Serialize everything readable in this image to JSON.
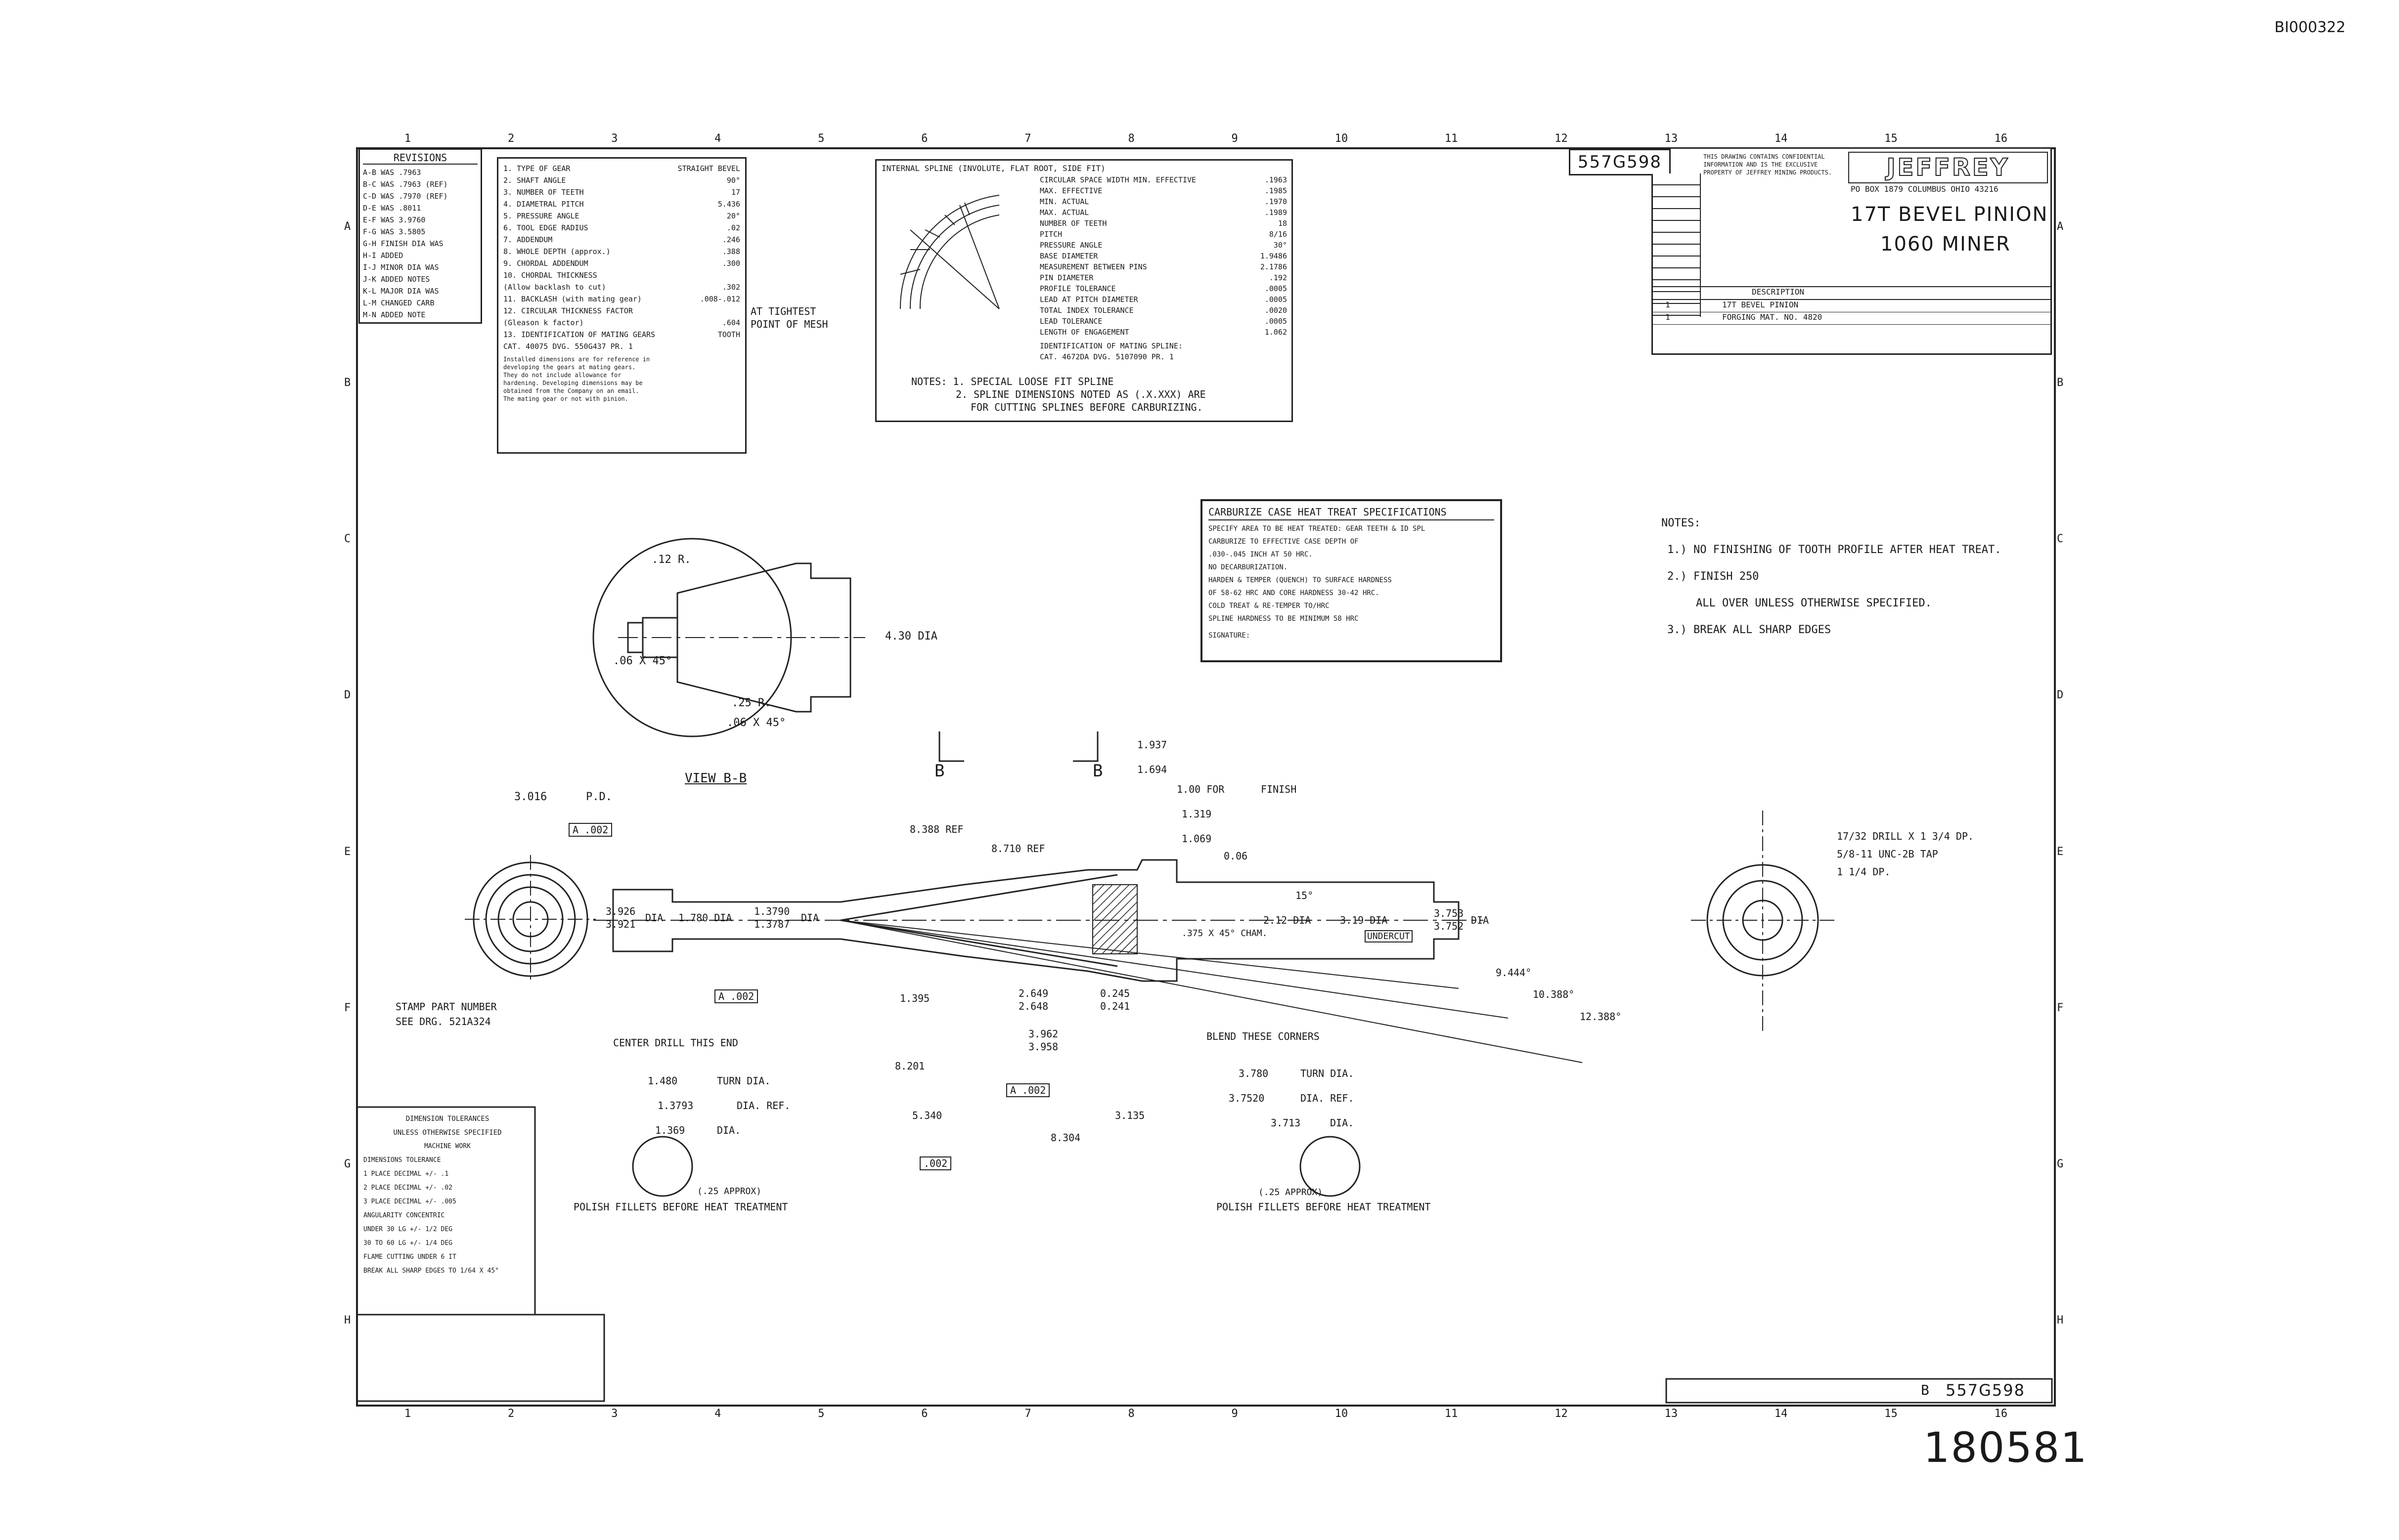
{
  "header": {
    "doc_id": "BI000322",
    "handwritten_number": "180581"
  },
  "border": {
    "top_zones": [
      "1",
      "2",
      "3",
      "4",
      "5",
      "6",
      "7",
      "8",
      "9",
      "10",
      "11",
      "12",
      "13",
      "14",
      "15",
      "16"
    ],
    "bottom_zones": [
      "1",
      "2",
      "3",
      "4",
      "5",
      "6",
      "7",
      "8",
      "9",
      "10",
      "11",
      "12",
      "13",
      "14",
      "15",
      "16"
    ],
    "side_zones": [
      "A",
      "B",
      "C",
      "D",
      "E",
      "F",
      "G",
      "H"
    ]
  },
  "revisions": {
    "title": "REVISIONS",
    "rows": [
      "A-B WAS .7963",
      "B-C WAS .7963 (REF)",
      "C-D WAS .7970 (REF)",
      "D-E WAS .8011",
      "E-F WAS 3.9760",
      "F-G WAS 3.5805",
      "G-H FINISH DIA WAS",
      "H-I ADDED",
      "I-J MINOR DIA WAS",
      "J-K ADDED NOTES",
      "K-L MAJOR DIA WAS",
      "L-M CHANGED CARB",
      "M-N ADDED NOTE"
    ]
  },
  "gear_data": {
    "rows": [
      {
        "label": "1. TYPE OF GEAR",
        "value": "STRAIGHT BEVEL"
      },
      {
        "label": "2. SHAFT ANGLE",
        "value": "90°"
      },
      {
        "label": "3. NUMBER OF TEETH",
        "value": "17"
      },
      {
        "label": "4. DIAMETRAL PITCH",
        "value": "5.436"
      },
      {
        "label": "5. PRESSURE ANGLE",
        "value": "20°"
      },
      {
        "label": "6. TOOL EDGE RADIUS",
        "value": ".02"
      },
      {
        "label": "7. ADDENDUM",
        "value": ".246"
      },
      {
        "label": "8. WHOLE DEPTH (approx.)",
        "value": ".388"
      },
      {
        "label": "9. CHORDAL ADDENDUM",
        "value": ".300"
      },
      {
        "label": "10. CHORDAL THICKNESS",
        "value": ""
      },
      {
        "label": "(Allow backlash to cut)",
        "value": ".302"
      },
      {
        "label": "11. BACKLASH (with mating gear)",
        "value": ".008-.012"
      },
      {
        "label": "12. CIRCULAR THICKNESS FACTOR",
        "value": ""
      },
      {
        "label": "(Gleason k factor)",
        "value": ".604"
      },
      {
        "label": "13. IDENTIFICATION OF MATING GEARS",
        "value": "TOOTH"
      },
      {
        "label": "CAT. 40075 DVG. 550G437 PR. 1",
        "value": ""
      }
    ],
    "note": "Installed dimensions are for reference in developing the gears at mating gears. They do not include allowance for hardening. Developing dimensions may be obtained from the Company on an email. The mating gear or not with pinion.",
    "side_note_1": "AT TIGHTEST",
    "side_note_2": "POINT OF MESH"
  },
  "spline": {
    "title": "INTERNAL SPLINE (INVOLUTE, FLAT ROOT, SIDE FIT)",
    "rows": [
      {
        "label": "CIRCULAR SPACE WIDTH MIN. EFFECTIVE",
        "value": ".1963"
      },
      {
        "label": "MAX. EFFECTIVE",
        "value": ".1985"
      },
      {
        "label": "MIN. ACTUAL",
        "value": ".1970"
      },
      {
        "label": "MAX. ACTUAL",
        "value": ".1989"
      },
      {
        "label": "NUMBER OF TEETH",
        "value": "18"
      },
      {
        "label": "PITCH",
        "value": "8/16"
      },
      {
        "label": "PRESSURE ANGLE",
        "value": "30°"
      },
      {
        "label": "BASE DIAMETER",
        "value": "1.9486"
      },
      {
        "label": "MEASUREMENT BETWEEN PINS",
        "value": "2.1786"
      },
      {
        "label": "PIN DIAMETER",
        "value": ".192"
      },
      {
        "label": "PROFILE TOLERANCE",
        "value": ".0005"
      },
      {
        "label": "LEAD AT PITCH DIAMETER",
        "value": ".0005"
      },
      {
        "label": "TOTAL INDEX TOLERANCE",
        "value": ".0020"
      },
      {
        "label": "LEAD TOLERANCE",
        "value": ".0005"
      },
      {
        "label": "LENGTH OF ENGAGEMENT",
        "value": "1.062"
      }
    ],
    "ident": "IDENTIFICATION OF MATING SPLINE:",
    "ident_value": "CAT. 4672DA DVG. 5107090 PR. 1",
    "notes": [
      "NOTES: 1. SPECIAL LOOSE FIT SPLINE",
      "2. SPLINE DIMENSIONS NOTED AS (.X.XXX) ARE",
      "FOR CUTTING SPLINES BEFORE CARBURIZING."
    ]
  },
  "title_block": {
    "part_number": "557G598",
    "company": "JEFFREY",
    "address": "PO BOX 1879 COLUMBUS OHIO 43216",
    "title_line_1": "17T BEVEL PINION",
    "title_line_2": "1060 MINER",
    "proprietary": "THIS DRAWING CONTAINS CONFIDENTIAL INFORMATION AND IS THE EXCLUSIVE PROPERTY OF JEFFREY MINING PRODUCTS.",
    "bom_header": "DESCRIPTION",
    "bom_rows": [
      {
        "item": "1",
        "desc": "17T BEVEL PINION"
      },
      {
        "item": "1",
        "desc": "FORGING MAT. NO. 4820"
      }
    ]
  },
  "heat_treat": {
    "title": "CARBURIZE CASE HEAT TREAT SPECIFICATIONS",
    "lines": [
      "SPECIFY AREA TO BE HEAT TREATED: GEAR TEETH & ID SPL",
      "CARBURIZE TO EFFECTIVE CASE DEPTH OF",
      ".030-.045 INCH AT 50 HRC.",
      "NO DECARBURIZATION.",
      "HARDEN & TEMPER (QUENCH) TO SURFACE HARDNESS",
      "OF 58-62 HRC AND CORE HARDNESS 30-42 HRC.",
      "COLD TREAT & RE-TEMPER TO/HRC",
      "SPLINE HARDNESS TO BE MINIMUM 58 HRC",
      "SIGNATURE:"
    ]
  },
  "general_notes": [
    "NOTES:",
    "1.) NO FINISHING OF TOOTH PROFILE AFTER HEAT TREAT.",
    "2.) FINISH 250",
    "ALL OVER UNLESS OTHERWISE SPECIFIED.",
    "3.) BREAK ALL SHARP EDGES"
  ],
  "view_label": "VIEW B-B",
  "view_dims": {
    "r12": ".12 R.",
    "d430": "4.30 DIA",
    "c06": ".06 X 45°",
    "r25": ".25 R.",
    "c06b": ".06 X 45°"
  },
  "section_labels": {
    "b1": "B",
    "b2": "B"
  },
  "dims": {
    "d3016": "3.016",
    "pd": "P.D.",
    "tol1": "A .002",
    "d3926": "3.926",
    "d3921": "3.921",
    "dia1": "DIA",
    "d1780": "1.780 DIA",
    "d13790": "1.3790",
    "d13787": "1.3787",
    "dia2": "DIA",
    "ref8388": "8.388 REF",
    "ref8710": "8.710 REF",
    "d1937": "1.937",
    "d1694": "1.694",
    "d100": "1.00 FOR",
    "finish": "FINISH",
    "d1319": "1.319",
    "d1069": "1.069",
    "d06": "0.06",
    "a15": "15°",
    "d212": "2.12 DIA",
    "d319": "3.19 DIA",
    "undercut": "UNDERCUT",
    "d3753": "3.753",
    "d3752": "3.752",
    "dia3": "DIA",
    "cham": ".375 X 45° CHAM.",
    "drill1": "17/32 DRILL X 1 3/4 DP.",
    "drill2": "5/8-11 UNC-2B TAP",
    "drill3": "1 1/4 DP.",
    "stamp1": "STAMP PART NUMBER",
    "stamp2": "SEE DRG. 521A324",
    "tol2": "A .002",
    "d1395": "1.395",
    "d2649": "2.649",
    "d2648": "2.648",
    "d0245": "0.245",
    "d0241": "0.241",
    "d3962": "3.962",
    "d3958": "3.958",
    "center": "CENTER DRILL THIS END",
    "blend": "BLEND THESE CORNERS",
    "d9444": "9.444°",
    "d10388": "10.388°",
    "d12388": "12.388°",
    "d8201": "8.201",
    "d1480": "1.480",
    "turn1": "TURN DIA.",
    "d13793": "1.3793",
    "ref1": "DIA. REF.",
    "d1369": "1.369",
    "dia4": "DIA.",
    "d5340": "5.340",
    "d3135": "3.135",
    "d8304": "8.304",
    "tol3": "A .002",
    "tol4": ".002",
    "d3780": "3.780",
    "turn2": "TURN DIA.",
    "d37520": "3.7520",
    "ref2": "DIA. REF.",
    "d3713": "3.713",
    "dia5": "DIA.",
    "fillet1": "(.25 APPROX)",
    "polish1": "POLISH FILLETS BEFORE HEAT TREATMENT",
    "fillet2": "(.25 APPROX)",
    "polish2": "POLISH FILLETS BEFORE HEAT TREATMENT"
  },
  "tolerances": {
    "title": "DIMENSION TOLERANCES",
    "subtitle": "UNLESS OTHERWISE SPECIFIED",
    "lines": [
      "MACHINE WORK",
      "DIMENSIONS         TOLERANCE",
      "1 PLACE DECIMAL      +/- .1",
      "2 PLACE DECIMAL      +/- .02",
      "3 PLACE DECIMAL      +/- .005",
      "ANGULARITY       CONCENTRIC",
      "UNDER 30 LG    +/- 1/2 DEG",
      "30 TO 60 LG    +/- 1/4 DEG",
      "FLAME CUTTING   UNDER 6 IT",
      "BREAK ALL SHARP EDGES TO 1/64 X 45°"
    ]
  },
  "bottom_title": {
    "part_number": "557G598",
    "sheet": "B"
  },
  "theme": {
    "ink": "#1a1a1a",
    "paper": "#ffffff"
  }
}
